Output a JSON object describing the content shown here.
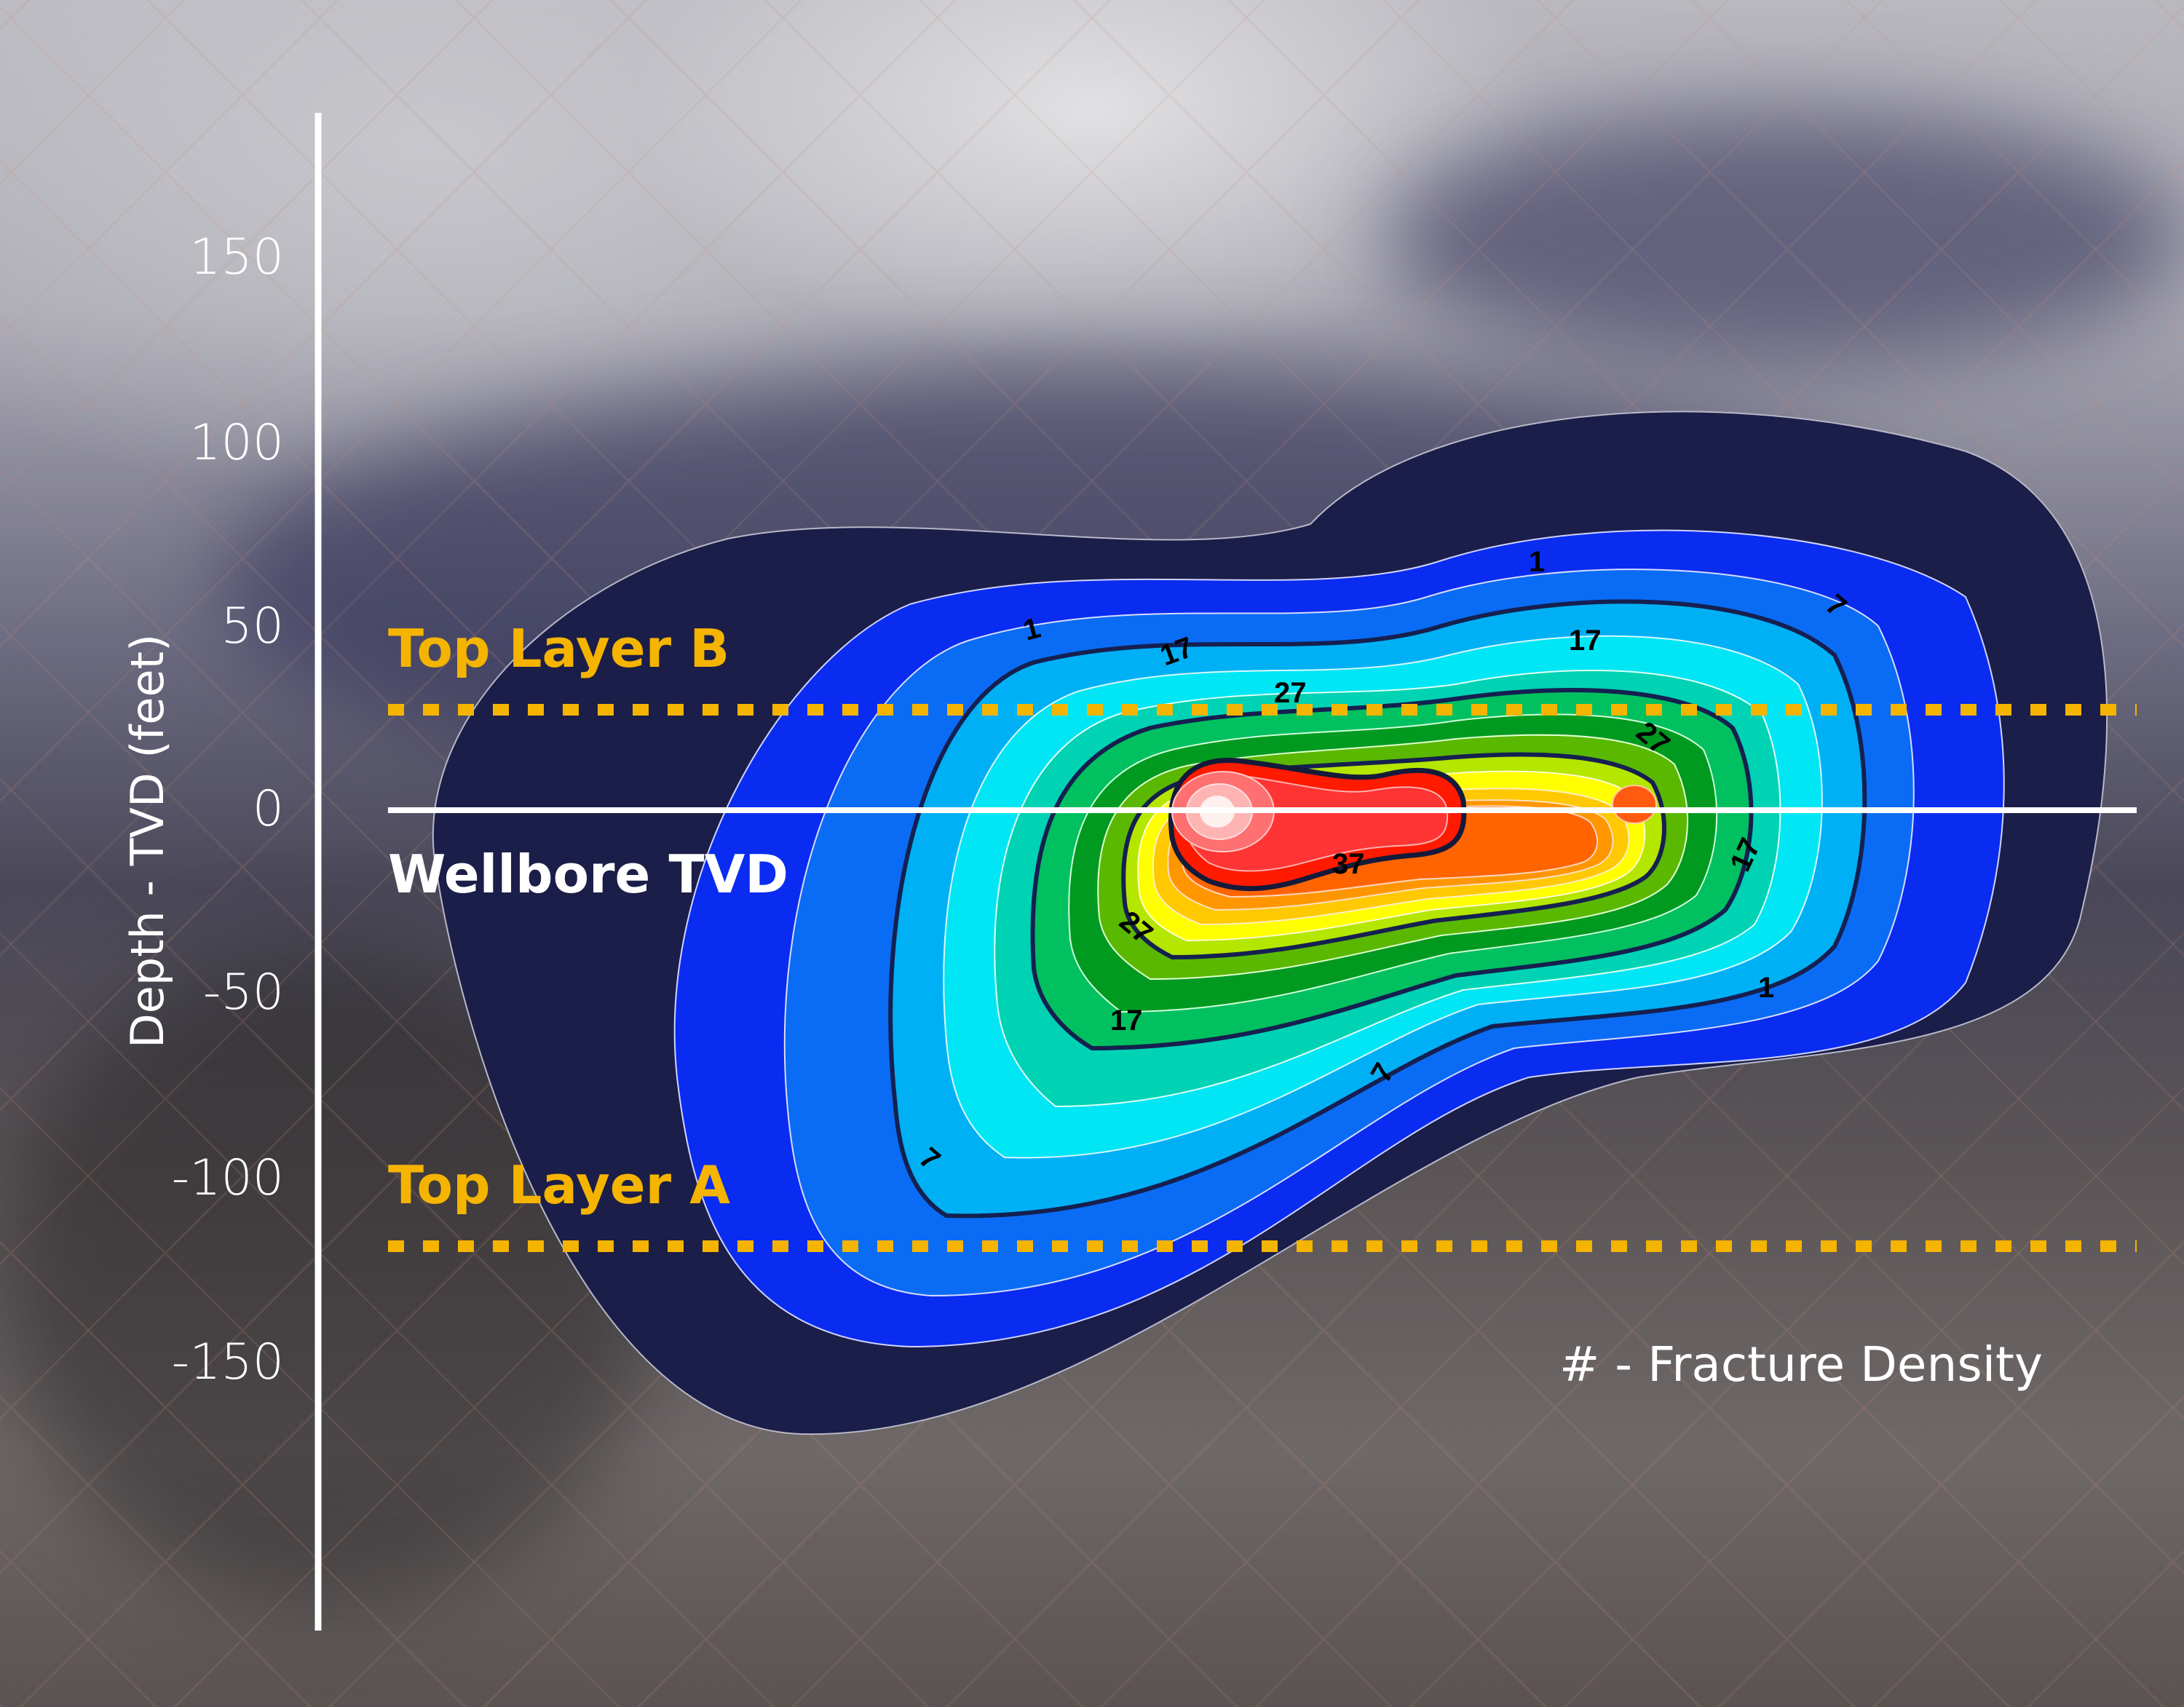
{
  "chart_data": {
    "type": "heatmap",
    "subtype": "filled contour",
    "title": "",
    "ylabel": "Depth - TVD (feet)",
    "xlabel": "",
    "ylim": [
      -200,
      180
    ],
    "yticks": [
      150,
      100,
      50,
      0,
      -50,
      -100,
      -150
    ],
    "contour_labels": [
      1,
      7,
      17,
      27,
      37
    ],
    "contour_levels_labeled": {
      "1": "outer blue boundary",
      "7": "light blue / cyan boundary",
      "17": "green boundary",
      "27": "yellow boundary",
      "37": "red core boundary"
    },
    "peak_location_depth_ft": 0,
    "reference_lines": [
      {
        "label": "Top Layer B",
        "depth_ft": 27,
        "style": "dashed",
        "color": "#f5b400"
      },
      {
        "label": "Wellbore TVD",
        "depth_ft": 0,
        "style": "solid",
        "color": "#ffffff"
      },
      {
        "label": "Top Layer A",
        "depth_ft": -120,
        "style": "dashed",
        "color": "#f5b400"
      }
    ],
    "legend": "# - Fracture Density",
    "colorscale": [
      "#1a1f4a",
      "#0a2cf0",
      "#0a6cf5",
      "#00b0f5",
      "#00e6f5",
      "#00d2b4",
      "#00c060",
      "#009a20",
      "#5ab800",
      "#b4e600",
      "#ffff00",
      "#ffc800",
      "#ff9600",
      "#ff6400",
      "#ff2a00",
      "#ff3030",
      "#ff7070",
      "#ffb4b4",
      "#ffeeee"
    ]
  },
  "axis": {
    "ylabel": "Depth - TVD (feet)",
    "ticks": [
      "150",
      "100",
      "50",
      "0",
      "-50",
      "-100",
      "-150"
    ]
  },
  "annotations": {
    "top_layer_b": "Top Layer B",
    "wellbore": "Wellbore TVD",
    "top_layer_a": "Top Layer A",
    "legend": "# - Fracture Density",
    "contour_label_1": "1",
    "contour_label_7": "7",
    "contour_label_17": "17",
    "contour_label_27": "27",
    "contour_label_37": "37"
  },
  "colors": {
    "layer_line": "#f5b400",
    "wellbore_line": "#ffffff",
    "contour_line": "#151a3a"
  }
}
